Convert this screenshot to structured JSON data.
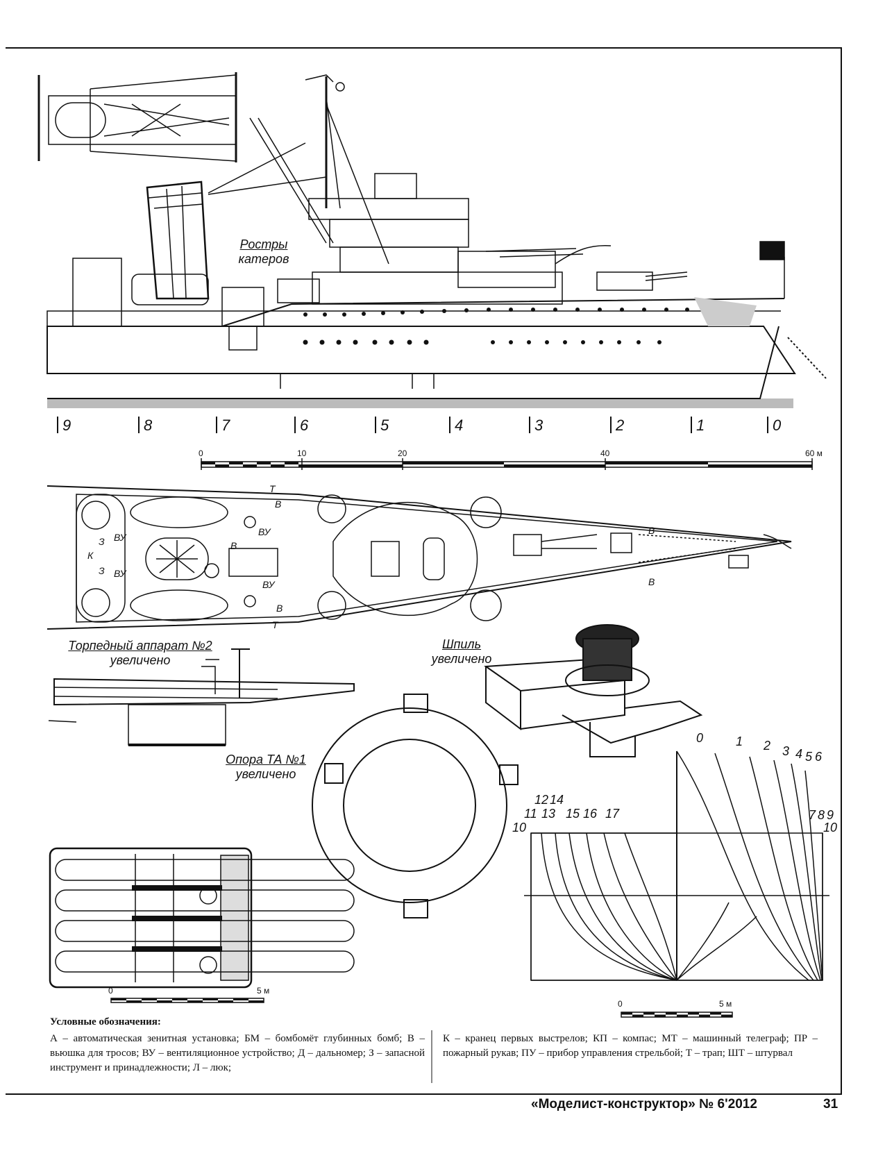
{
  "labels": {
    "boat_chocks": [
      "Ростры",
      "катеров"
    ],
    "torpedo_tube": [
      "Торпедный аппарат №2",
      "увеличено"
    ],
    "capstan": [
      "Шпиль",
      "увеличено"
    ],
    "ta_support": [
      "Опора ТА №1",
      "увеличено"
    ]
  },
  "frame_marks": [
    "9",
    "8",
    "7",
    "6",
    "5",
    "4",
    "3",
    "2",
    "1",
    "0"
  ],
  "main_scale": {
    "ticks": [
      "0",
      "10",
      "20",
      "40",
      "60 м"
    ]
  },
  "body_plan": {
    "right_stations": [
      "0",
      "1",
      "2",
      "3",
      "4",
      "5",
      "6"
    ],
    "right_stations_lower": [
      "7",
      "8",
      "9"
    ],
    "right_ten": "10",
    "left_top": [
      "12",
      "14"
    ],
    "left_stations": [
      "11",
      "13",
      "15",
      "16",
      "17"
    ],
    "left_ten": "10",
    "scale": [
      "0",
      "5 м"
    ]
  },
  "deck_letters": {
    "t_upper": "Т",
    "v1": "В",
    "vu1": "ВУ",
    "z1": "З",
    "k": "К",
    "z2": "З",
    "vu2": "ВУ",
    "vu3": "ВУ",
    "v2": "В",
    "vu4": "ВУ",
    "v3": "В",
    "t_lower": "Т",
    "v_bow1": "В",
    "v_bow2": "В"
  },
  "detail_scale": [
    "0",
    "5 м"
  ],
  "legend": {
    "title": "Условные обозначения:",
    "left": "А – автоматическая зенитная установка; БМ – бомбомёт глубинных бомб; В – вьюшка для тросов; ВУ – вентиляционное устройство; Д – дальномер; З – запасной инструмент и принадлежности; Л – люк;",
    "right": "К – кранец первых выстрелов; КП – компас; МТ – машинный телеграф; ПР – пожарный рукав; ПУ – прибор управления стрельбой; Т – трап; ШТ – штурвал"
  },
  "footer": {
    "magazine": "«Моделист-конструктор» № 6'2012",
    "page": "31"
  }
}
